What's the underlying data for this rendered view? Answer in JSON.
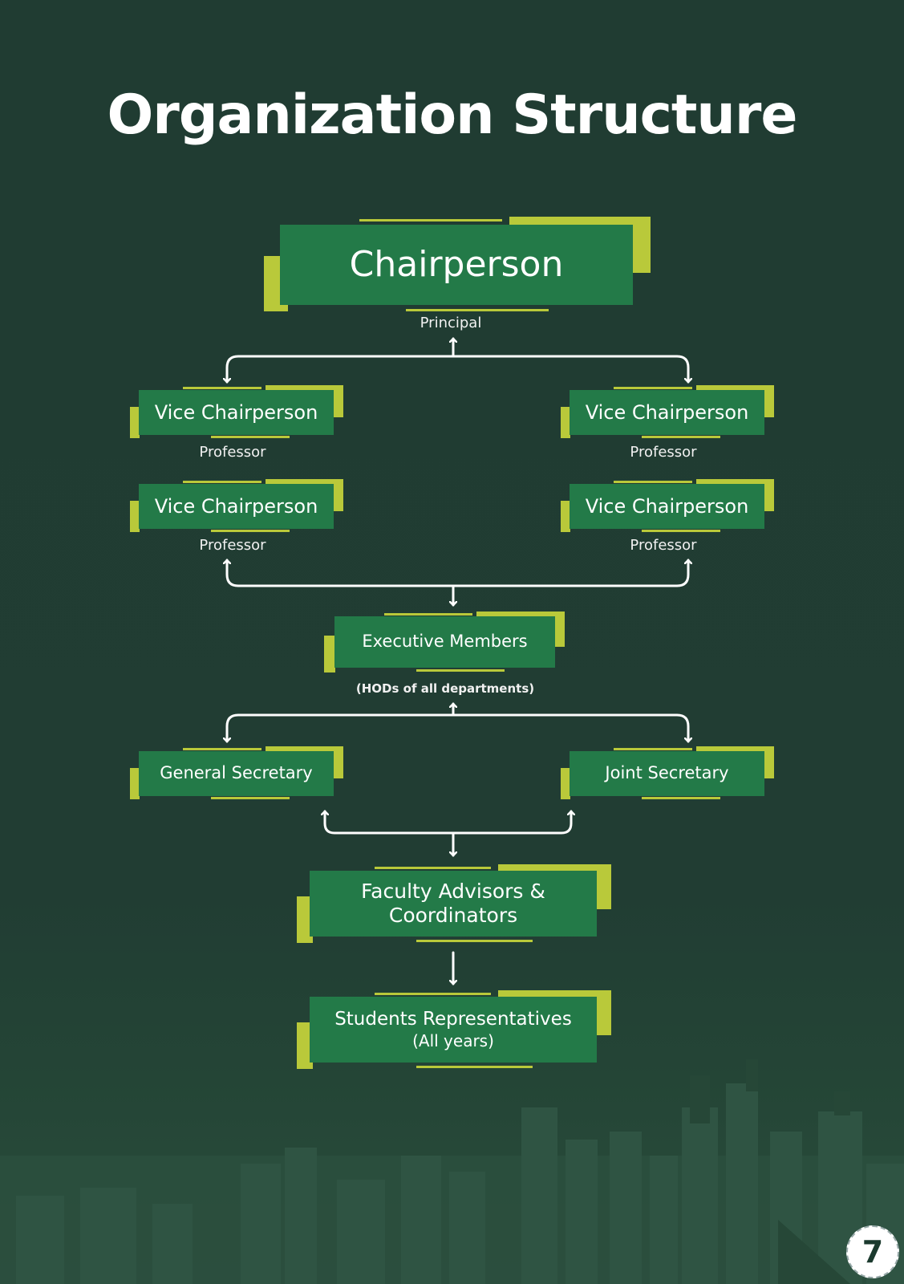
{
  "page": {
    "title": "Organization Structure",
    "page_number": "7"
  },
  "colors": {
    "background": "#213d33",
    "box": "#237a48",
    "accent": "#b9c93a",
    "text": "#ffffff"
  },
  "nodes": {
    "chairperson": {
      "label": "Chairperson",
      "subtitle": "Principal"
    },
    "vice_left_1": {
      "label": "Vice Chairperson",
      "subtitle": "Professor"
    },
    "vice_left_2": {
      "label": "Vice Chairperson",
      "subtitle": "Professor"
    },
    "vice_right_1": {
      "label": "Vice Chairperson",
      "subtitle": "Professor"
    },
    "vice_right_2": {
      "label": "Vice Chairperson",
      "subtitle": "Professor"
    },
    "executive": {
      "label": "Executive Members",
      "subtitle": "(HODs of all departments)"
    },
    "general_secretary": {
      "label": "General Secretary"
    },
    "joint_secretary": {
      "label": "Joint Secretary"
    },
    "faculty": {
      "label_line1": "Faculty Advisors &",
      "label_line2": "Coordinators"
    },
    "students": {
      "label_line1": "Students Representatives",
      "label_line2": "(All years)"
    }
  }
}
